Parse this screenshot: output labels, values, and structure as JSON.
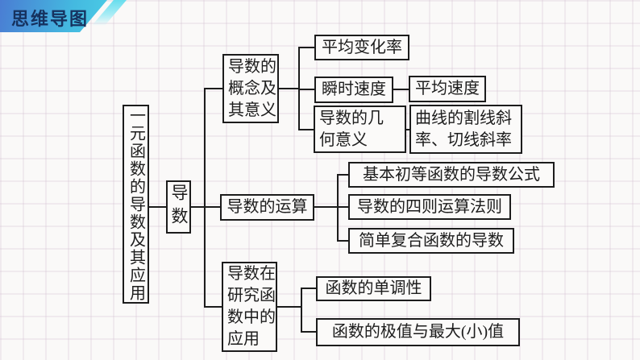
{
  "page": {
    "background_color": "#faf9f8",
    "grid_color": "#d6c6d6"
  },
  "badge": {
    "label": "思维导图",
    "gradient_start": "#4a7dd3",
    "gradient_end": "#4ed5e8",
    "text_color": "#16325f"
  },
  "tree": {
    "root": {
      "label": "一元函数的导数及其应用"
    },
    "trunk": {
      "label": "导数"
    },
    "branches": [
      {
        "label": "导数的\n概念及\n其意义",
        "children": [
          {
            "label": "平均变化率"
          },
          {
            "label": "瞬时速度",
            "linked_label": "平均速度"
          },
          {
            "label": "导数的几\n何意义",
            "linked_label": "曲线的割线斜\n率、切线斜率"
          }
        ]
      },
      {
        "label": "导数的运算",
        "children": [
          {
            "label": "基本初等函数的导数公式"
          },
          {
            "label": "导数的四则运算法则"
          },
          {
            "label": "简单复合函数的导数"
          }
        ]
      },
      {
        "label": "导数在\n研究函\n数中的\n应用",
        "children": [
          {
            "label": "函数的单调性"
          },
          {
            "label": "函数的极值与最大(小)值"
          }
        ]
      }
    ]
  }
}
